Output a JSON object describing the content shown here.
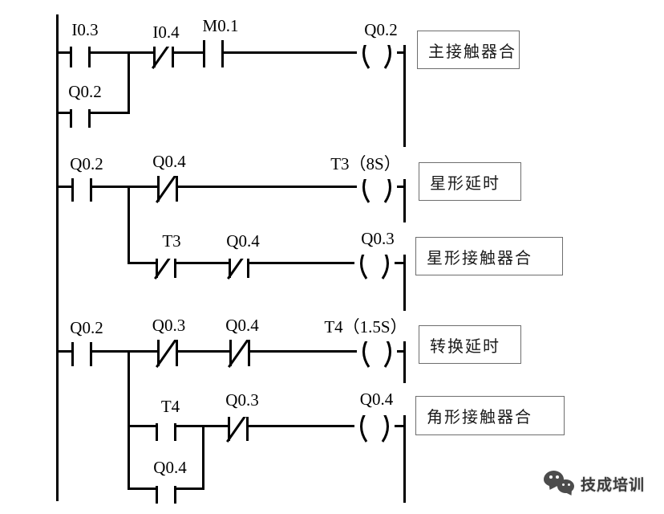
{
  "diagram_type": "plc-ladder-logic",
  "rungs": [
    {
      "comment": "主接触器合",
      "contacts": [
        {
          "label": "I0.3",
          "type": "NO"
        },
        {
          "label": "I0.4",
          "type": "NC"
        },
        {
          "label": "M0.1",
          "type": "NO"
        }
      ],
      "parallel": [
        {
          "label": "Q0.2",
          "type": "NO"
        }
      ],
      "coil": {
        "label": "Q0.2"
      }
    },
    {
      "comment": "星形延时",
      "contacts": [
        {
          "label": "Q0.2",
          "type": "NO"
        },
        {
          "label": "Q0.4",
          "type": "NC"
        }
      ],
      "parallel": [],
      "coil": {
        "label": "T3（8S）"
      }
    },
    {
      "comment": "星形接触器合",
      "contacts": [
        {
          "label": "T3",
          "type": "NC"
        },
        {
          "label": "Q0.4",
          "type": "NC"
        }
      ],
      "parallel": [],
      "coil": {
        "label": "Q0.3"
      }
    },
    {
      "comment": "转换延时",
      "contacts": [
        {
          "label": "Q0.2",
          "type": "NO"
        },
        {
          "label": "Q0.3",
          "type": "NC"
        },
        {
          "label": "Q0.4",
          "type": "NC"
        }
      ],
      "parallel": [],
      "coil": {
        "label": "T4（1.5S）"
      }
    },
    {
      "comment": "角形接触器合",
      "contacts": [
        {
          "label": "T4",
          "type": "NO"
        },
        {
          "label": "Q0.3",
          "type": "NC"
        }
      ],
      "parallel": [
        {
          "label": "Q0.4",
          "type": "NO"
        }
      ],
      "coil": {
        "label": "Q0.4"
      }
    }
  ],
  "watermark": {
    "brand": "技成培训",
    "icon": "wechat-icon"
  },
  "colors": {
    "line": "#000000",
    "background": "#ffffff",
    "comment_border": "#6e6e6e",
    "watermark_gray": "#4c4c4c"
  }
}
